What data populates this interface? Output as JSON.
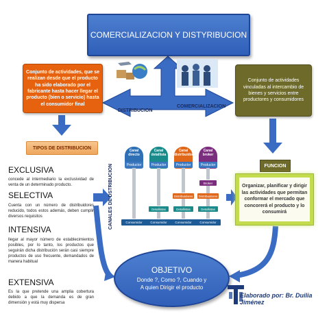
{
  "title": "COMERCIALIZACION Y DISTYRIBUCION",
  "left_box": "Conjunto de actividades, que se realizan desde que el producto ha sido elaborado por el fabricante hasta hacer llegar el producto (bien o servicio) hasta el consumidor final",
  "right_box": "Conjunto de actividades vinculadas al intercambio de bienes y servicios entre productores y consumidores",
  "arrow_left_label": "DISTRIBUCION",
  "arrow_right_label": "COMERCIALIZACION",
  "tipos_label": "TIPOS DE DISTRIBUCION",
  "funcion_label": "FUNCION",
  "funcion_text": "Organizar, planificar y dirigir las actividades que permitan conformar el mercado que concorerá el producto y lo consumirá",
  "types": [
    {
      "name": "EXCLUSIVA",
      "desc": "concede al intermediario la exclusividad de venta de un determinado producto."
    },
    {
      "name": "SELECTIVA",
      "desc": "Cuenta con un número de distribuidores reducido, todos estos además, deben cumplir diversos requisitos"
    },
    {
      "name": "INTENSIVA",
      "desc": "llegar al mayor número de establecimientos posibles, por lo tanto, los productos que seguirán dicha distribución serán casi siempre productos de uso frecuente, demandados de manera habitual"
    },
    {
      "name": "EXTENSIVA",
      "desc": "Es la que pretende una amplia cobertura debido a que la demanda es de gran dimensión y está muy dispersa"
    }
  ],
  "canales_label": "CANALES DE DSTRIBUCION",
  "canales": [
    {
      "name": "Canal directo",
      "color": "#2f6fb3"
    },
    {
      "name": "Canal detallista",
      "color": "#1b8a8a"
    },
    {
      "name": "Canal distribuidor",
      "color": "#e0661a"
    },
    {
      "name": "Canal broker",
      "color": "#7b2e7d"
    }
  ],
  "productor_label": "Productor",
  "consumidor_label": "Consumidor",
  "detallistas_label": "Detallistas",
  "distribuidores_label": "Distribuidores",
  "broker_label": "Broker",
  "objetivo": {
    "heading": "OBJETIVO",
    "line1": "Donde ?, Como ?, Cuando y",
    "line2": "A quien Dirigir el producto"
  },
  "author": "Elaborado por: Br. Duilia Jiménez"
}
